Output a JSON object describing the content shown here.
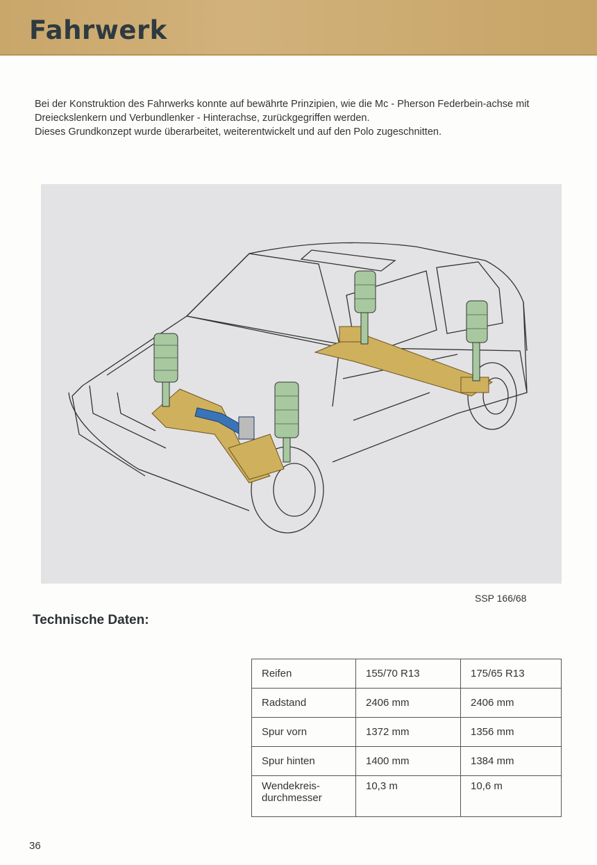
{
  "header": {
    "title": "Fahrwerk"
  },
  "intro": {
    "line1": "Bei der Konstruktion des Fahrwerks konnte auf bewährte Prinzipien, wie die Mc - Pherson Federbein-achse mit Dreieckslenkern und Verbundlenker - Hinterachse, zurückgegriffen werden.",
    "line2": "Dieses Grundkonzept wurde überarbeitet, weiterentwickelt und auf den Polo zugeschnitten."
  },
  "figure": {
    "caption": "SSP 166/68",
    "colors": {
      "background": "#e3e3e5",
      "spring": "#a8c9a0",
      "axle": "#cfb15d",
      "steering": "#3a74b8"
    }
  },
  "section": {
    "title": "Technische Daten:"
  },
  "specs": {
    "rows": [
      {
        "label": "Reifen",
        "a": "155/70 R13",
        "b": "175/65 R13"
      },
      {
        "label": "Radstand",
        "a": "2406 mm",
        "b": "2406 mm"
      },
      {
        "label": "Spur vorn",
        "a": "1372 mm",
        "b": "1356 mm"
      },
      {
        "label": "Spur hinten",
        "a": "1400 mm",
        "b": "1384 mm"
      },
      {
        "label": "Wendekreis-durchmesser",
        "a": "10,3 m",
        "b": "10,6 m"
      }
    ]
  },
  "page": {
    "number": "36"
  },
  "colors": {
    "header_band": "#c9a66a",
    "title": "#2f3a40"
  }
}
